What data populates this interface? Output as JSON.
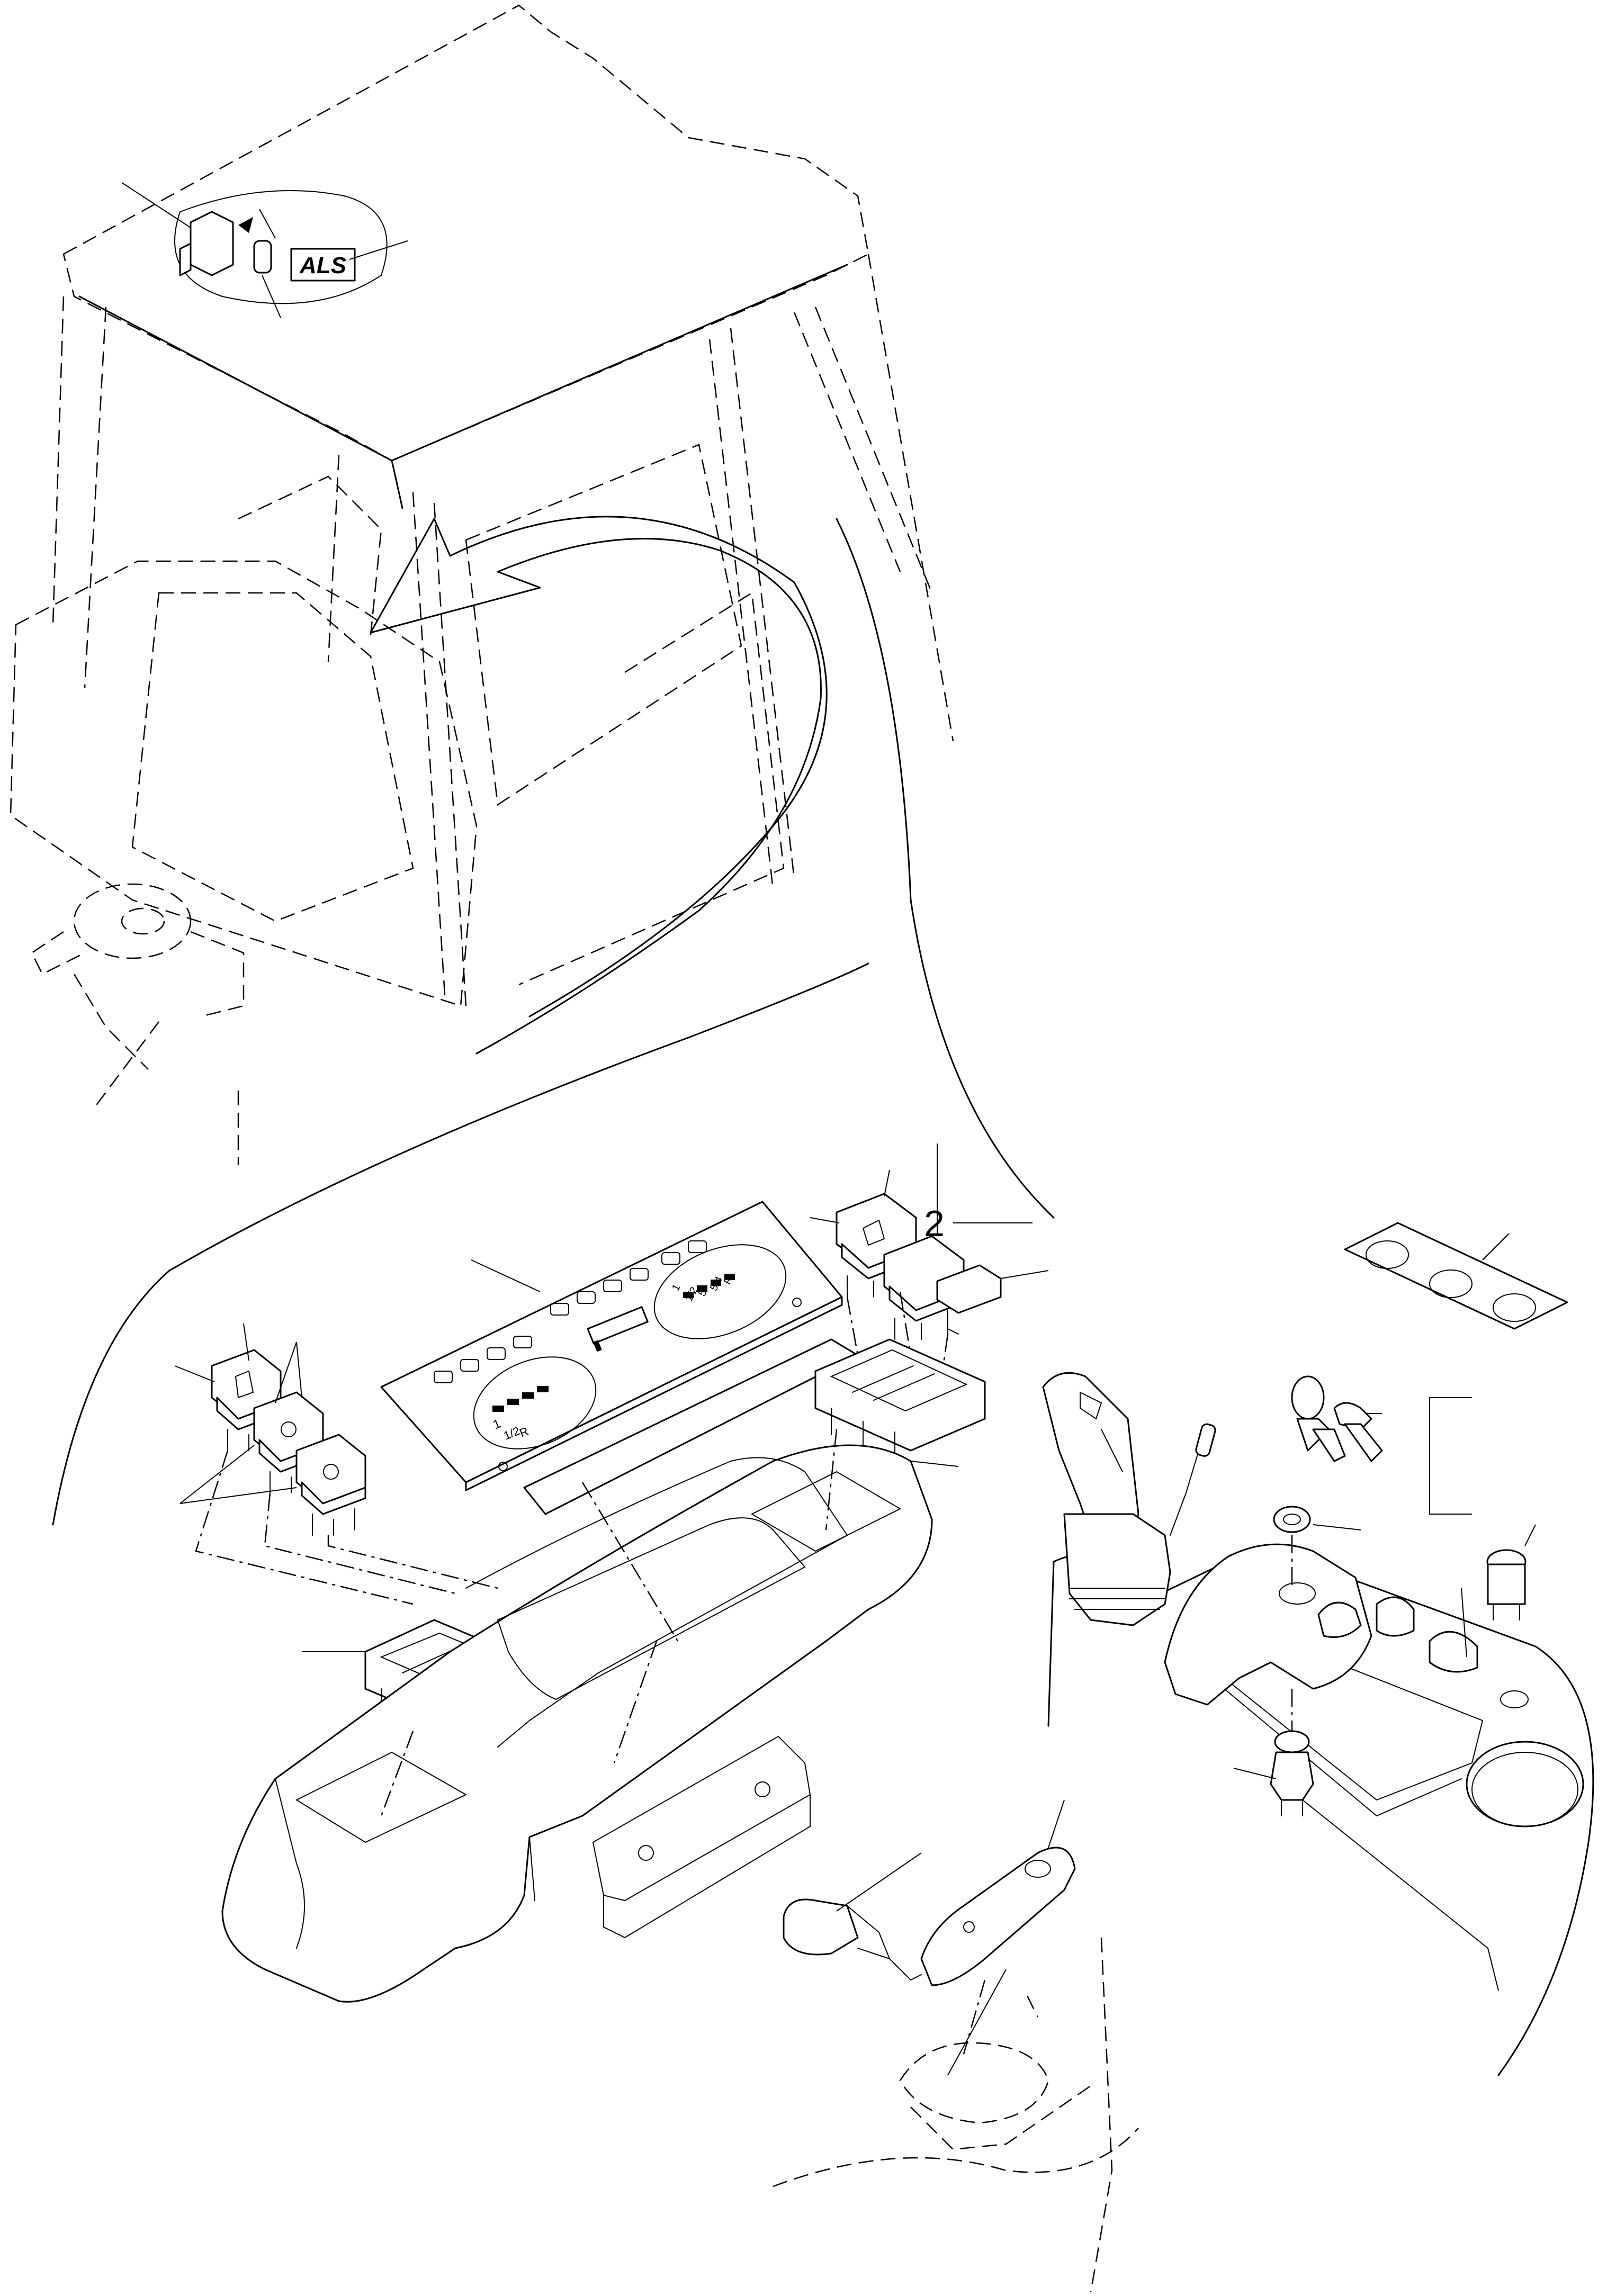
{
  "panel_labels": {
    "logo": "ALS",
    "sheet_number": "2",
    "dash_scale_left": [
      "1",
      "1/2",
      "R"
    ],
    "dash_scale_right": [
      "1",
      "1/2",
      "5",
      "5/4",
      "R"
    ]
  },
  "colors": {
    "ink": "#000000",
    "paper": "#ffffff"
  },
  "icons": [
    "switch-icon",
    "key-icon",
    "cigarette-lighter-icon",
    "joystick-icon",
    "ignition-switch-icon"
  ]
}
